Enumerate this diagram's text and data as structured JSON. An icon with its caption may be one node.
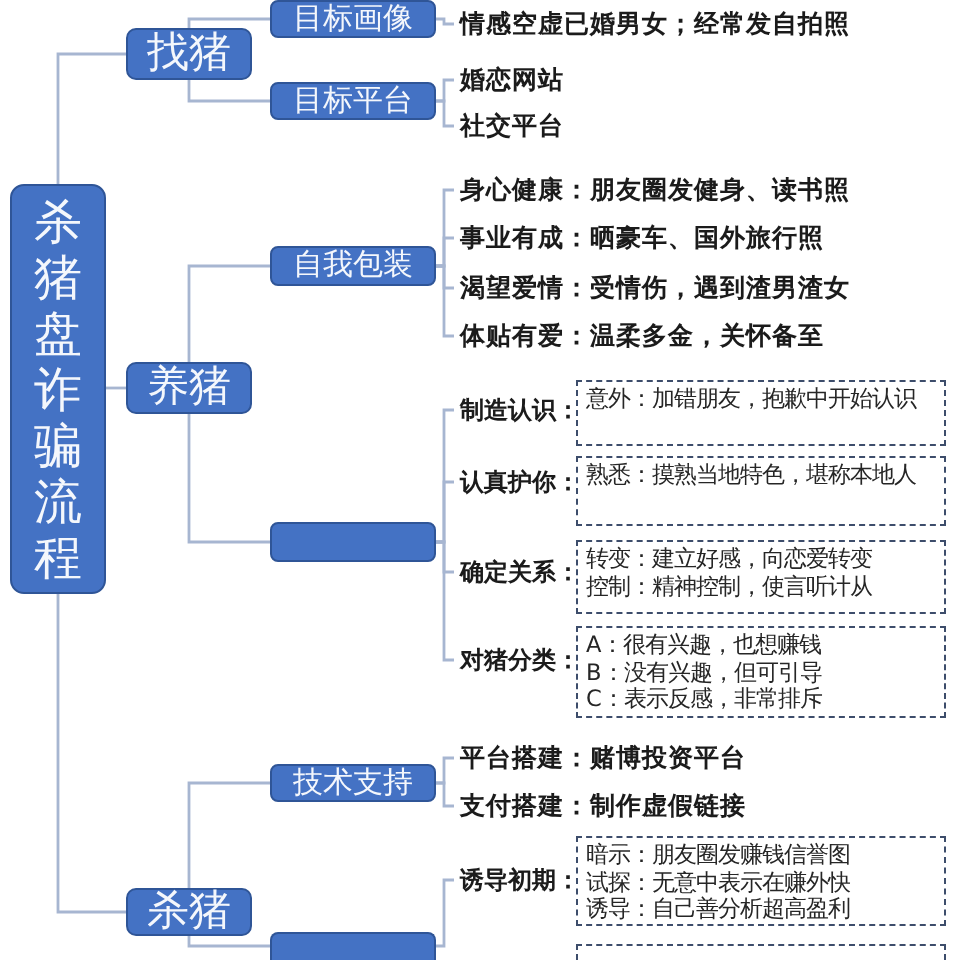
{
  "diagram": {
    "nodes": [
      {
        "text": [
          "杀猪盘诈骗流程"
        ]
      },
      {
        "text": [
          "找猪"
        ]
      },
      {
        "text": [
          "目标画像"
        ]
      },
      {
        "text": [
          "情感空虚已婚男女；经常发自拍照"
        ]
      },
      {
        "text": [
          "目标平台"
        ]
      },
      {
        "text": [
          "婚恋网站"
        ]
      },
      {
        "text": [
          "社交平台"
        ]
      },
      {
        "text": [
          "养猪"
        ]
      },
      {
        "text": [
          "自我包装"
        ]
      },
      {
        "text": [
          "身心健康：朋友圈发健身、读书照"
        ]
      },
      {
        "text": [
          "事业有成：晒豪车、国外旅行照"
        ]
      },
      {
        "text": [
          "渴望爱情：受情伤，遇到渣男渣女"
        ]
      },
      {
        "text": [
          "体贴有爱：温柔多金，关怀备至"
        ]
      },
      {
        "text": [],
        "shape": "box"
      },
      {
        "text": [
          "制造认识："
        ]
      },
      {
        "text": [
          "意外：加错朋友，抱歉中开始认识"
        ]
      },
      {
        "text": [
          "认真护你："
        ]
      },
      {
        "text": [
          "熟悉：摸熟当地特色，堪称本地人"
        ]
      },
      {
        "text": [
          "确定关系："
        ]
      },
      {
        "text": [
          "转变：建立好感，向恋爱转变",
          "控制：精神控制，使言听计从"
        ]
      },
      {
        "text": [
          "对猪分类："
        ]
      },
      {
        "text": [
          "A：很有兴趣，也想赚钱",
          "B：没有兴趣，但可引导",
          "C：表示反感，非常排斥"
        ]
      },
      {
        "text": [
          "杀猪"
        ]
      },
      {
        "text": [
          "技术支持"
        ]
      },
      {
        "text": [
          "平台搭建：赌博投资平台"
        ]
      },
      {
        "text": [
          "支付搭建：制作虚假链接"
        ]
      },
      {
        "text": [],
        "shape": "box"
      },
      {
        "text": [
          "诱导初期："
        ]
      },
      {
        "text": [
          "暗示：朋友圈发赚钱信誉图",
          "试探：无意中表示在赚外快",
          "诱导：自己善分析超高盈利"
        ]
      },
      {
        "text": [],
        "shape": "box"
      }
    ],
    "edges": [
      {
        "from": 0,
        "to": 1,
        "arrow": "none"
      },
      {
        "from": 0,
        "to": 7,
        "arrow": "none"
      },
      {
        "from": 0,
        "to": 22,
        "arrow": "none"
      },
      {
        "from": 1,
        "to": 2,
        "arrow": "none"
      },
      {
        "from": 1,
        "to": 4,
        "arrow": "none"
      },
      {
        "from": 2,
        "to": 3,
        "arrow": "none"
      },
      {
        "from": 4,
        "to": 5,
        "arrow": "none"
      },
      {
        "from": 4,
        "to": 6,
        "arrow": "none"
      },
      {
        "from": 7,
        "to": 8,
        "arrow": "none"
      },
      {
        "from": 7,
        "to": 13,
        "arrow": "none"
      },
      {
        "from": 8,
        "to": 9,
        "arrow": "none"
      },
      {
        "from": 8,
        "to": 10,
        "arrow": "none"
      },
      {
        "from": 8,
        "to": 11,
        "arrow": "none"
      },
      {
        "from": 8,
        "to": 12,
        "arrow": "none"
      },
      {
        "from": 13,
        "to": 14,
        "arrow": "none"
      },
      {
        "from": 13,
        "to": 16,
        "arrow": "none"
      },
      {
        "from": 13,
        "to": 18,
        "arrow": "none"
      },
      {
        "from": 13,
        "to": 20,
        "arrow": "none"
      },
      {
        "from": 22,
        "to": 23,
        "arrow": "none"
      },
      {
        "from": 22,
        "to": 26,
        "arrow": "none"
      },
      {
        "from": 23,
        "to": 24,
        "arrow": "none"
      },
      {
        "from": 23,
        "to": 25,
        "arrow": "none"
      },
      {
        "from": 26,
        "to": 27,
        "arrow": "none"
      }
    ]
  }
}
